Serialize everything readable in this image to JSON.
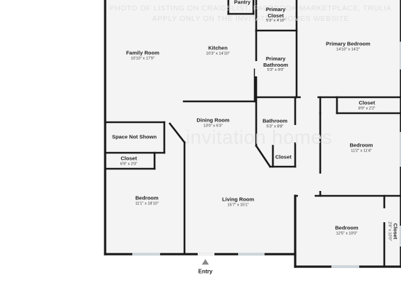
{
  "watermark": {
    "line1": "PHOTO OF LISTING ON CRAIGSLIST, FACEBOOK MARKETPLACE, TRULIA",
    "line2": "APPLY ONLY ON THE INVITATION HOMES WEBSITE",
    "brand": "invitation homes"
  },
  "rooms": {
    "pantry": {
      "name": "Pantry",
      "dims": ""
    },
    "primary_closet": {
      "name": "Primary Closet",
      "name1": "Primary",
      "name2": "Closet",
      "dims": "5'3\" x 4'10\""
    },
    "primary_bedroom": {
      "name": "Primary Bedroom",
      "dims": "14'10\" x 14'2\""
    },
    "family_room": {
      "name": "Family Room",
      "dims": "10'10\" x 17'9\""
    },
    "kitchen": {
      "name": "Kitchen",
      "dims": "10'3\" x 14'10\""
    },
    "primary_bathroom": {
      "name1": "Primary",
      "name2": "Bathroom",
      "dims": "5'3\" x 9'0\""
    },
    "closet_right": {
      "name": "Closet",
      "dims": "8'9\" x 2'2\""
    },
    "bathroom": {
      "name": "Bathroom",
      "dims": "5'3\" x 8'8\""
    },
    "space_not_shown": {
      "name": "Space Not Shown"
    },
    "dining_room": {
      "name": "Dining Room",
      "dims": "13'0\" x 6'3\""
    },
    "bedroom_right_mid": {
      "name": "Bedroom",
      "dims": "11'2\" x 11'4\""
    },
    "closet_bath": {
      "name": "Closet"
    },
    "closet_left": {
      "name": "Closet",
      "dims": "6'9\" x 2'0\""
    },
    "bedroom_left": {
      "name": "Bedroom",
      "dims": "11'1\" x 18'10\""
    },
    "living_room": {
      "name": "Living Room",
      "dims": "15'7\" x 15'1\""
    },
    "bedroom_right_bottom": {
      "name": "Bedroom",
      "dims": "12'5\" x 10'0\""
    },
    "closet_vertical": {
      "name": "Closet",
      "dims": "2'6\" x 10'0\""
    }
  },
  "entry": {
    "label": "Entry"
  },
  "colors": {
    "floor": "#f4f4f4",
    "wall": "#1a1a1a",
    "window": "#cfd8dc",
    "background": "#ffffff"
  }
}
